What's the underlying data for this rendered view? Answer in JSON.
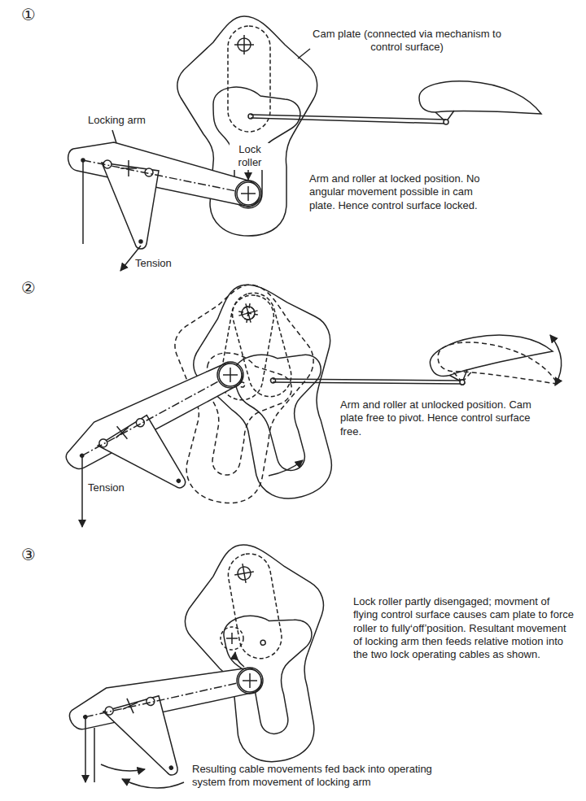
{
  "diagram": {
    "labels": [
      "①",
      "Cam plate (connected via mechanism to control surface)",
      "Locking arm",
      "Lock roller",
      "Arm and roller at locked position. No angular movement possible in cam plate. Hence control surface locked.",
      "Tension",
      "②",
      "Arm and roller at unlocked position. Cam plate free to pivot. Hence control surface free.",
      "Tension",
      "③",
      "Lock roller partly disengaged; movment of flying control surface causes cam plate to force roller to fully‘off’position. Resultant movement of locking arm then feeds relative motion into the two lock operating cables as shown.",
      "Resulting cable movements fed back into operating system from movement of locking arm"
    ]
  }
}
